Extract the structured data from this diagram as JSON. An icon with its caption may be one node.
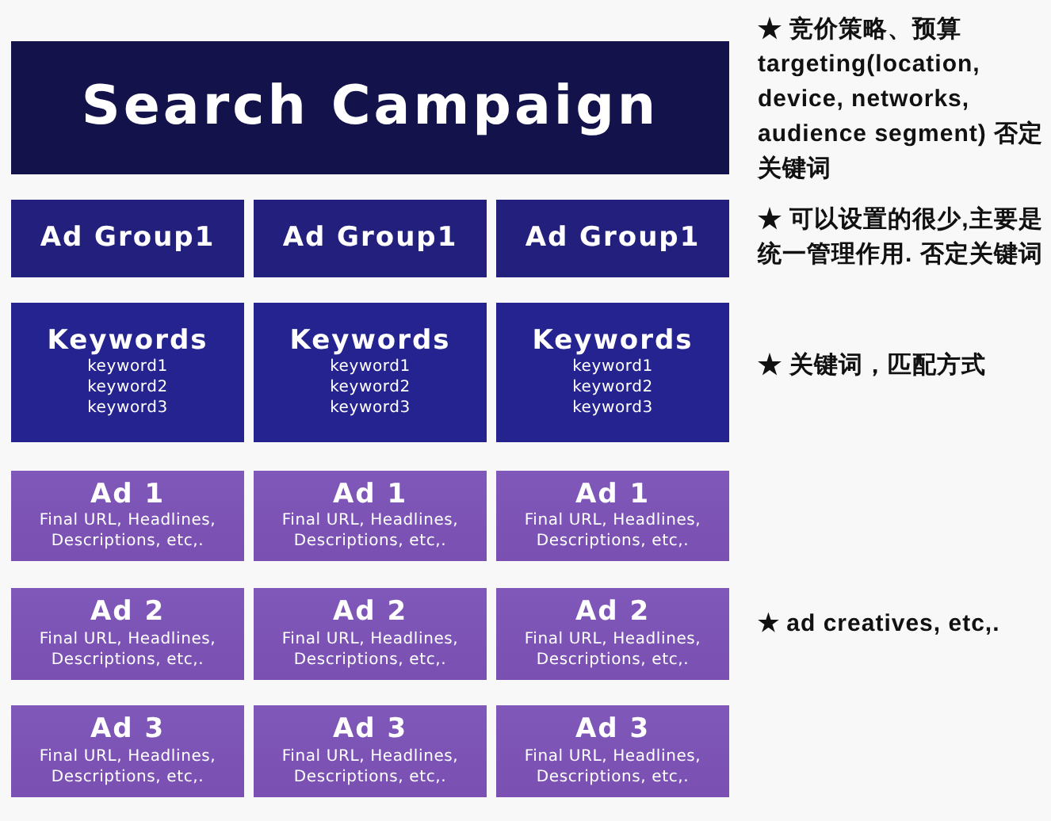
{
  "diagram": {
    "nodes": [
      {
        "text": [
          "Search Campaign"
        ]
      },
      {
        "text": [
          "Ad Group1"
        ]
      },
      {
        "text": [
          "Ad Group1"
        ]
      },
      {
        "text": [
          "Ad Group1"
        ]
      },
      {
        "text": [
          "Keywords",
          "keyword1",
          "keyword2",
          "keyword3"
        ]
      },
      {
        "text": [
          "Keywords",
          "keyword1",
          "keyword2",
          "keyword3"
        ]
      },
      {
        "text": [
          "Keywords",
          "keyword1",
          "keyword2",
          "keyword3"
        ]
      },
      {
        "text": [
          "Ad 1",
          "Final URL, Headlines, Descriptions, etc,."
        ]
      },
      {
        "text": [
          "Ad 1",
          "Final URL, Headlines, Descriptions, etc,."
        ]
      },
      {
        "text": [
          "Ad 1",
          "Final URL, Headlines, Descriptions, etc,."
        ]
      },
      {
        "text": [
          "Ad 2",
          "Final URL, Headlines, Descriptions, etc,."
        ]
      },
      {
        "text": [
          "Ad 2",
          "Final URL, Headlines, Descriptions, etc,."
        ]
      },
      {
        "text": [
          "Ad 2",
          "Final URL, Headlines, Descriptions, etc,."
        ]
      },
      {
        "text": [
          "Ad 3",
          "Final URL, Headlines, Descriptions, etc,."
        ]
      },
      {
        "text": [
          "Ad 3",
          "Final URL, Headlines, Descriptions, etc,."
        ]
      },
      {
        "text": [
          "Ad 3",
          "Final URL, Headlines, Descriptions, etc,."
        ]
      }
    ],
    "labels": [
      "★ 竞价策略、预算 targeting(location, device, networks, audience segment) 否定关键词",
      "★ 可以设置的很少,主要是统一管理作用. 否定关键词",
      "★ 关键词，匹配方式",
      "★ ad creatives, etc,."
    ]
  }
}
